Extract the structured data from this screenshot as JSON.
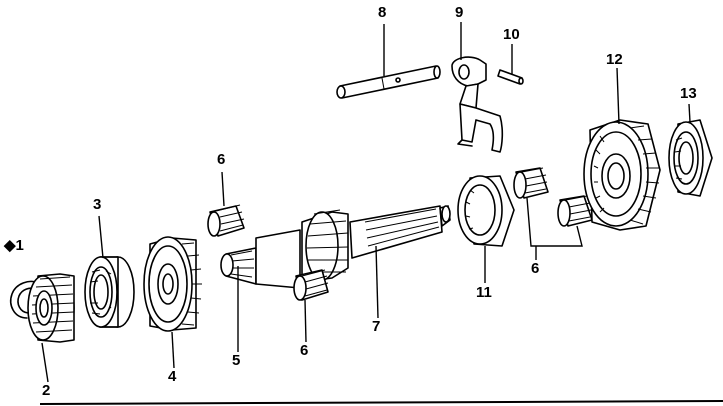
{
  "callouts": [
    {
      "id": "1",
      "text": "◆1"
    },
    {
      "id": "2",
      "text": "2"
    },
    {
      "id": "3",
      "text": "3"
    },
    {
      "id": "4",
      "text": "4"
    },
    {
      "id": "5",
      "text": "5"
    },
    {
      "id": "6a",
      "text": "6"
    },
    {
      "id": "6b",
      "text": "6"
    },
    {
      "id": "6c",
      "text": "6"
    },
    {
      "id": "7",
      "text": "7"
    },
    {
      "id": "8",
      "text": "8"
    },
    {
      "id": "9",
      "text": "9"
    },
    {
      "id": "10",
      "text": "10"
    },
    {
      "id": "11",
      "text": "11"
    },
    {
      "id": "12",
      "text": "12"
    },
    {
      "id": "13",
      "text": "13"
    }
  ]
}
